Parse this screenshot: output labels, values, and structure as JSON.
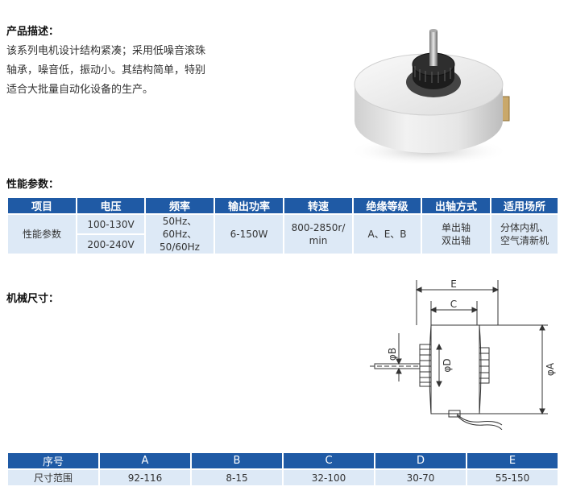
{
  "description": {
    "title": "产品描述：",
    "lines": [
      "该系列电机设计结构紧凑；采用低噪音滚珠",
      "轴承，噪音低，振动小。其结构简单，特别",
      "适合大批量自动化设备的生产。"
    ]
  },
  "performance": {
    "title": "性能参数：",
    "headers": [
      "项目",
      "电压",
      "频率",
      "输出功率",
      "转速",
      "绝缘等级",
      "出轴方式",
      "适用场所"
    ],
    "row_label": "性能参数",
    "voltage": [
      "100-130V",
      "200-240V"
    ],
    "frequency": [
      "50Hz、60Hz、",
      "50/60Hz"
    ],
    "power": "6-150W",
    "speed": [
      "800-2850r/",
      "min"
    ],
    "insulation": "A、E、B",
    "shaft": [
      "单出轴",
      "双出轴"
    ],
    "application": [
      "分体内机、",
      "空气清新机"
    ]
  },
  "mechanical": {
    "title": "机械尺寸：",
    "labels": {
      "E": "E",
      "C": "C",
      "B": "φB",
      "D": "φD",
      "A": "φA"
    }
  },
  "sizes": {
    "headers": [
      "序号",
      "A",
      "B",
      "C",
      "D",
      "E"
    ],
    "row": [
      "尺寸范围",
      "92-116",
      "8-15",
      "32-100",
      "30-70",
      "55-150"
    ]
  },
  "colors": {
    "header_bg": "#1f5aa5",
    "cell_bg": "#dde9f6"
  }
}
